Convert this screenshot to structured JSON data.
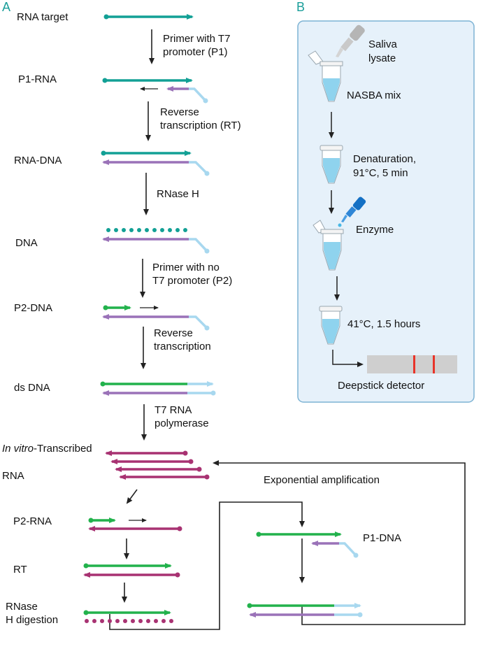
{
  "panels": {
    "a": "A",
    "b": "B"
  },
  "steps": {
    "rna_target": "RNA target",
    "p1_rna": "P1-RNA",
    "rna_dna": "RNA-DNA",
    "dna": "DNA",
    "p2_dna": "P2-DNA",
    "ds_dna": "ds DNA",
    "in_vitro": "In vitro",
    "transcribed": "-Transcribed",
    "rna": "RNA",
    "p2_rna": "P2-RNA",
    "rt": "RT",
    "rnaseh_1": "RNase",
    "rnaseh_2": "H digestion",
    "p1_dna": "P1-DNA"
  },
  "arrows": {
    "primer_t7_1": "Primer with T7",
    "primer_t7_2": "promoter (P1)",
    "reverse_transcription": "Reverse",
    "reverse_transcription_rt": "transcription (RT)",
    "rnase_h": "RNase H",
    "primer_no_t7_1": "Primer with no",
    "primer_no_t7_2": "T7 promoter (P2)",
    "reverse_2": "Reverse",
    "transcription_2": "transcription",
    "t7_rna_1": "T7 RNA",
    "t7_rna_2": "polymerase"
  },
  "loop_label": "Exponential amplification",
  "workflow": {
    "saliva_1": "Saliva",
    "saliva_2": "lysate",
    "nasba_mix": "NASBA mix",
    "denaturation_1": "Denaturation,",
    "denaturation_2": "91°C, 5 min",
    "enzyme": "Enzyme",
    "incubation": "41°C, 1.5 hours",
    "detector": "Deepstick detector"
  },
  "colors": {
    "rna_teal": "#12a095",
    "dna_purple": "#9a72b8",
    "t7_lightblue": "#a8d8ef",
    "primer_green": "#22b24c",
    "transcribed_magenta": "#a83272",
    "panel_bg": "#e6f1fa",
    "panel_border": "#7db3d4",
    "test_line_red": "#e8342a",
    "strip_gray": "#cfcfcf"
  }
}
